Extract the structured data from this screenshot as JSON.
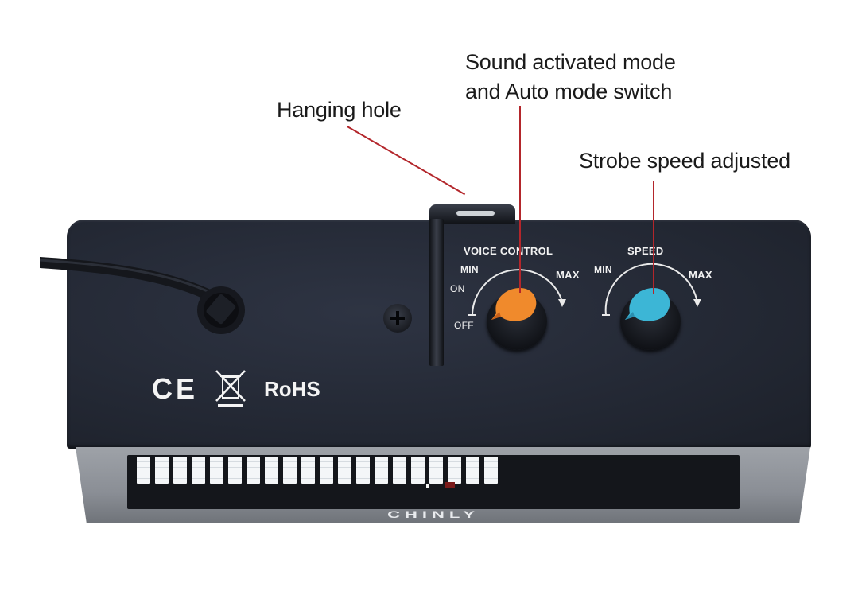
{
  "callouts": {
    "hanging_hole": "Hanging hole",
    "sound_mode_line1": "Sound activated mode",
    "sound_mode_line2": "and Auto mode switch",
    "strobe_speed": "Strobe speed adjusted"
  },
  "panel": {
    "voice_control": {
      "title": "VOICE CONTROL",
      "min": "MIN",
      "max": "MAX",
      "on": "ON",
      "off": "OFF",
      "knob_color": "#f08a2c"
    },
    "speed": {
      "title": "SPEED",
      "min": "MIN",
      "max": "MAX",
      "knob_color": "#3cb6d6"
    }
  },
  "certifications": {
    "ce": "CE",
    "weee": "weee-crossed-bin-icon",
    "rohs": "RoHS"
  },
  "front": {
    "brand": "CHINLY",
    "led_segments": 20
  },
  "colors": {
    "body": "#242935",
    "callout_line": "#b3262b",
    "callout_text": "#1a1a1a"
  }
}
